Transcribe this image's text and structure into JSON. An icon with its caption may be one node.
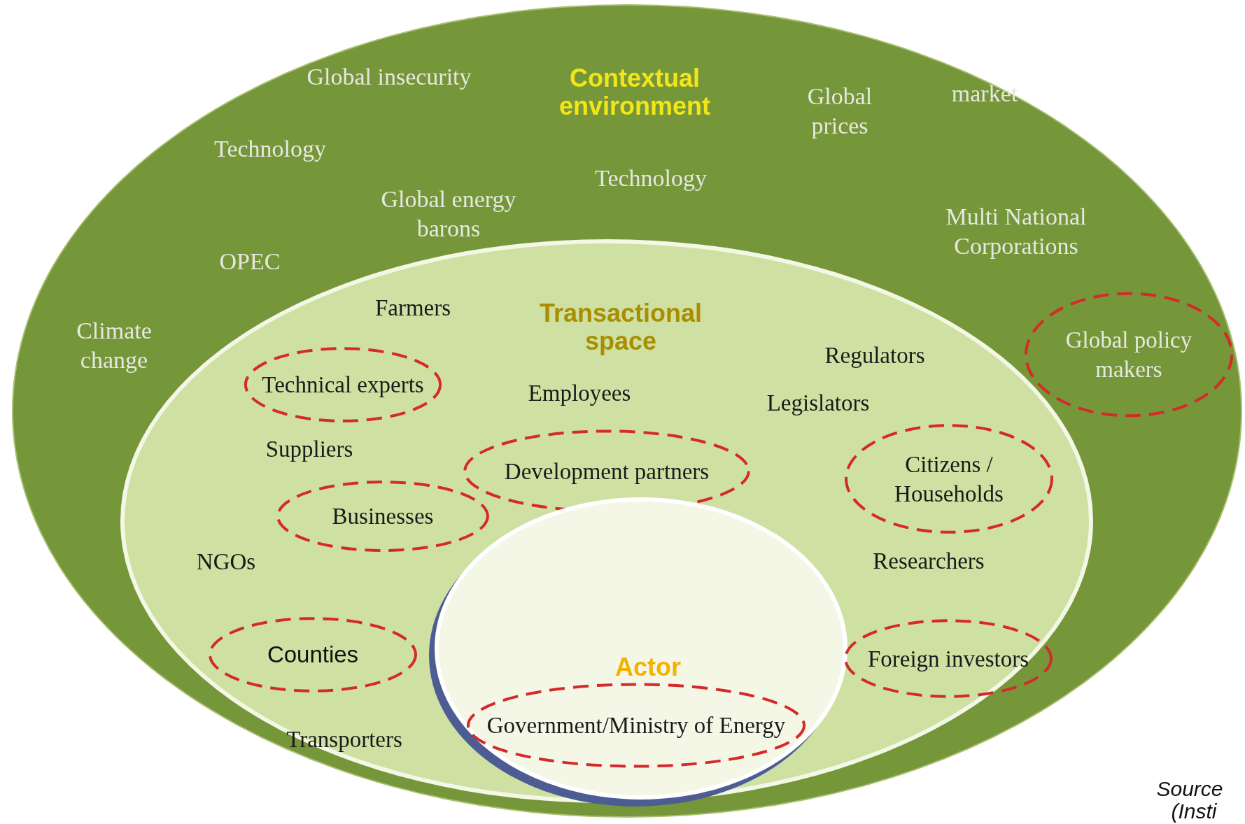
{
  "diagram": {
    "nodes": [
      {
        "text": [
          "Contextual environment"
        ]
      },
      {
        "text": [
          "Global policy makers"
        ],
        "in": 0
      },
      {
        "text": [
          "Transactional space"
        ],
        "in": 0
      },
      {
        "text": [
          "Technical experts"
        ],
        "in": 2
      },
      {
        "text": [
          "Development partners"
        ],
        "in": 2
      },
      {
        "text": [
          "Citizens / Households"
        ],
        "in": 2
      },
      {
        "text": [
          "Businesses"
        ],
        "in": 2
      },
      {
        "text": [
          "Actor"
        ],
        "in": 2
      },
      {
        "text": [
          "Counties"
        ],
        "in": 2
      },
      {
        "text": [
          "Foreign investors"
        ],
        "in": 2
      },
      {
        "text": [
          "Government/Ministry of Energy"
        ],
        "in": 7
      }
    ],
    "edges": [],
    "labels": [
      "Global insecurity",
      "Global prices",
      "market",
      "Technology",
      "Technology",
      "Global energy barons",
      "Multi National Corporations",
      "OPEC",
      "Climate change",
      "Farmers",
      "Regulators",
      "Employees",
      "Legislators",
      "Suppliers",
      "NGOs",
      "Researchers",
      "Transporters",
      "Source",
      "(Insti"
    ]
  }
}
